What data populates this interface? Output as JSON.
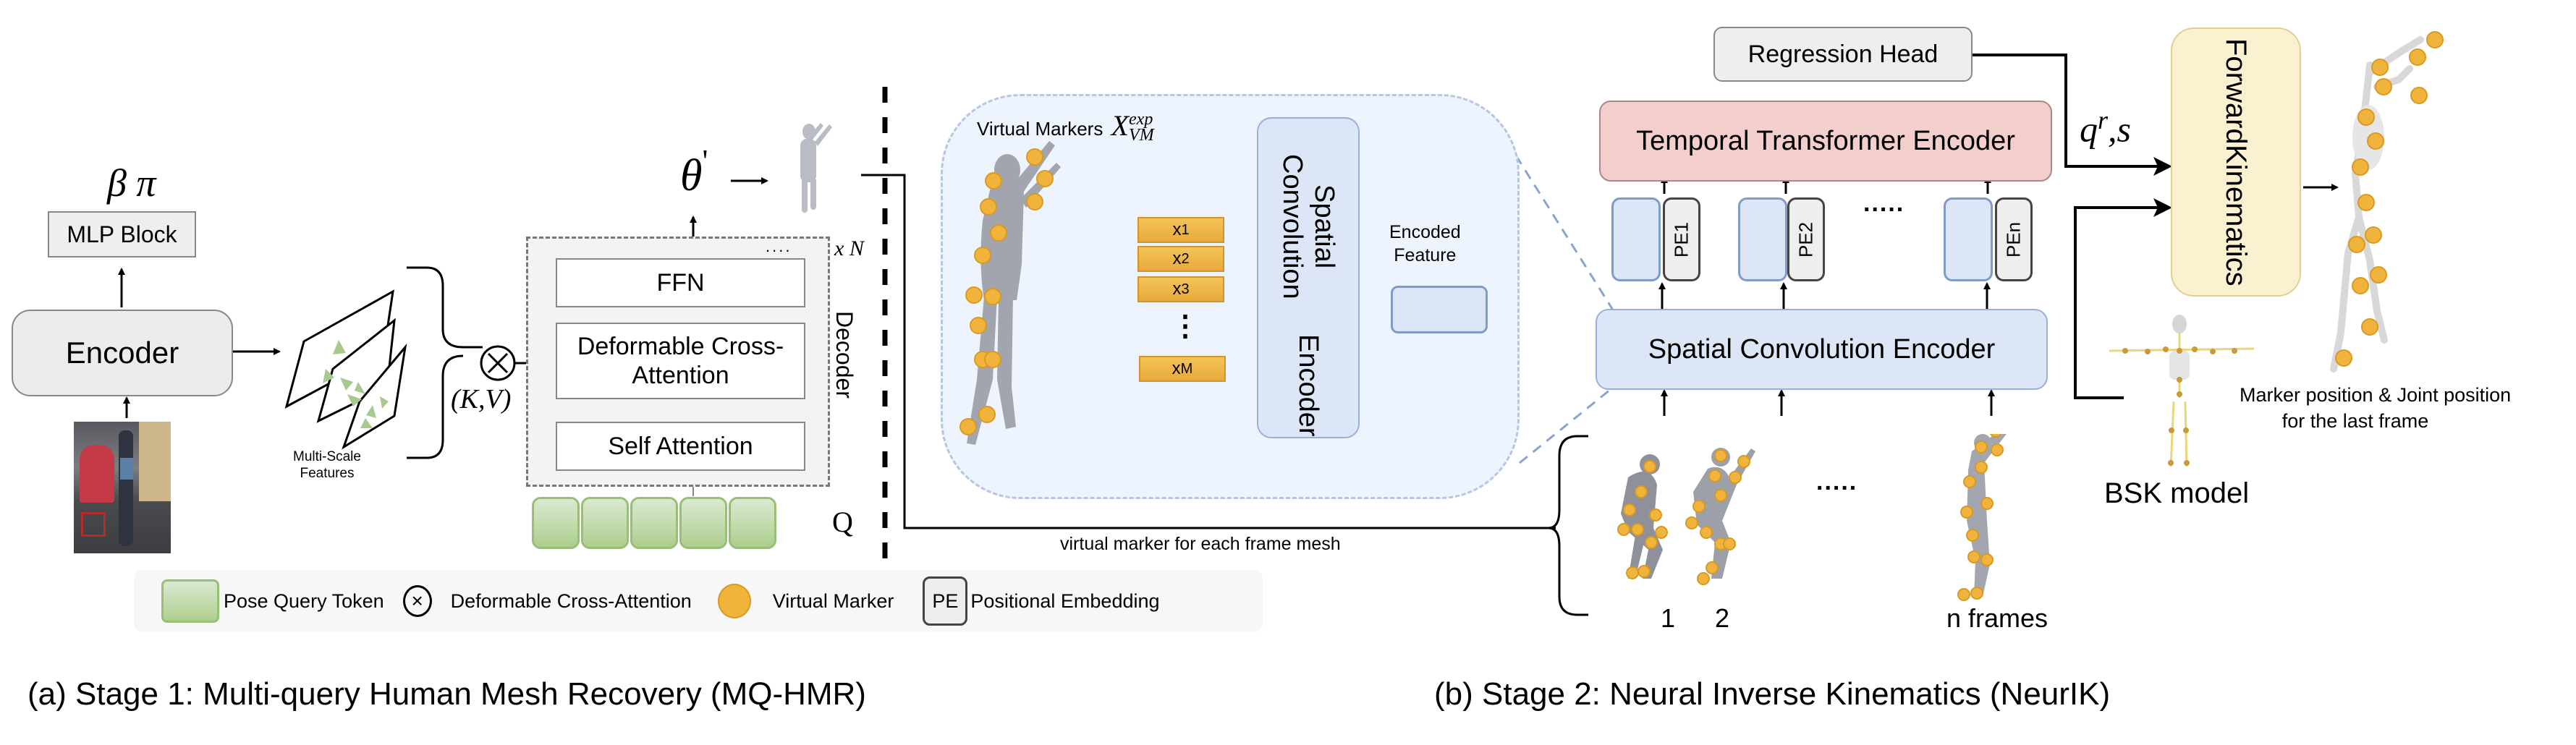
{
  "stage1": {
    "caption": "(a) Stage 1: Multi-query Human Mesh Recovery (MQ-HMR)",
    "encoder_label": "Encoder",
    "mlp_label": "MLP Block",
    "mlp_output": "β  π",
    "multiscale_label_line1": "Multi-Scale",
    "multiscale_label_line2": "Features",
    "kv_label": "(K,V)",
    "cross_symbol": "×",
    "theta_label": "θ",
    "theta_prime": "'",
    "arrow_glyph": "→",
    "decoder": {
      "title": "Decoder",
      "repeat_label": "x N",
      "ellipsis": "....",
      "layers": [
        "FFN",
        "Deformable Cross-Attention",
        "Self Attention"
      ],
      "layer_ffn": "FFN",
      "layer_cross_line1": "Deformable Cross-",
      "layer_cross_line2": "Attention",
      "layer_self": "Self Attention"
    },
    "query_label": "Q",
    "query_token_count": 5
  },
  "virtual_markers": {
    "title": "Virtual Markers",
    "symbol_base": "X",
    "symbol_sup": "exp",
    "symbol_sub": "VM",
    "inputs": [
      {
        "base": "x",
        "sub": "1"
      },
      {
        "base": "x",
        "sub": "2"
      },
      {
        "base": "x",
        "sub": "3"
      },
      {
        "base": "x",
        "sub": "M"
      }
    ],
    "vertical_ellipsis": "⋮",
    "encoder_label_line1": "Spatial Convolution",
    "encoder_label_line2": "Encoder",
    "encoded_feature_line1": "Encoded",
    "encoded_feature_line2": "Feature"
  },
  "connector_label": "virtual marker for each frame mesh",
  "stage2": {
    "caption": "(b) Stage 2: Neural Inverse Kinematics (NeurIK)",
    "regression_head": "Regression Head",
    "temporal_encoder": "Temporal Transformer Encoder",
    "spatial_encoder": "Spatial Convolution Encoder",
    "positional_embeddings": [
      "PE1",
      "PE2",
      "PEn"
    ],
    "ellipsis": ".....",
    "frames": [
      "1",
      "2",
      "n frames"
    ],
    "frames_ellipsis": ".....",
    "output_symbol": "q",
    "output_sup": "r",
    "output_suffix": ",s",
    "forward_kinematics_line1": "Forward",
    "forward_kinematics_line2": "Kinematics",
    "bsk_label": "BSK model",
    "result_line1": "Marker position & Joint position",
    "result_line2": "for the last frame"
  },
  "legend": {
    "items": [
      {
        "icon": "pose-query-token-swatch",
        "label": "Pose Query Token"
      },
      {
        "icon": "cross-attention-symbol",
        "label": "Deformable Cross-Attention"
      },
      {
        "icon": "virtual-marker-dot",
        "label": "Virtual Marker"
      },
      {
        "icon": "positional-embedding-box",
        "label": "Positional Embedding"
      }
    ],
    "pe_abbrev": "PE",
    "cross_symbol": "×"
  },
  "colors": {
    "pose_query_green": "#b5d39b",
    "marker_orange": "#f0b43c",
    "blue_fill": "#dce6f6",
    "blue_stroke": "#7f9cc8",
    "temporal_red": "#f2cfcc",
    "fk_yellow": "#fbf0cf",
    "gray_fill": "#eeeeee"
  }
}
